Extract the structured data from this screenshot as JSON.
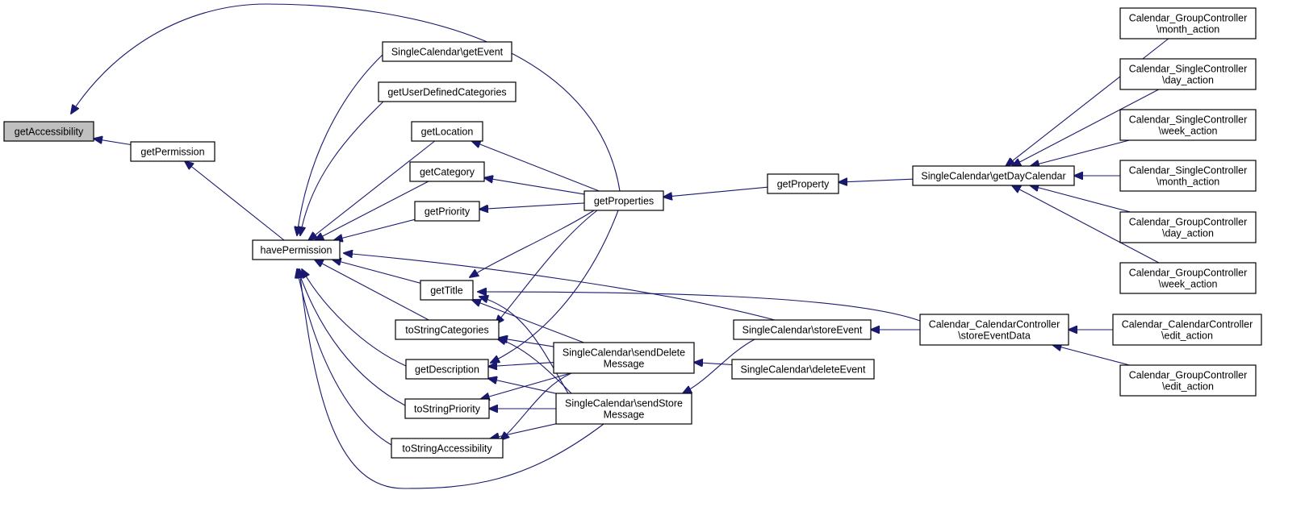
{
  "diagram": {
    "edge_color": "#191970",
    "highlight_fill": "#bfbfbf",
    "nodes": [
      {
        "id": "getAccessibility",
        "lines": [
          "getAccessibility"
        ],
        "highlight": true
      },
      {
        "id": "getPermission",
        "lines": [
          "getPermission"
        ]
      },
      {
        "id": "havePermission",
        "lines": [
          "havePermission"
        ]
      },
      {
        "id": "getEvent",
        "lines": [
          "SingleCalendar\\getEvent"
        ]
      },
      {
        "id": "getUserDefinedCategories",
        "lines": [
          "getUserDefinedCategories"
        ]
      },
      {
        "id": "getLocation",
        "lines": [
          "getLocation"
        ]
      },
      {
        "id": "getCategory",
        "lines": [
          "getCategory"
        ]
      },
      {
        "id": "getPriority",
        "lines": [
          "getPriority"
        ]
      },
      {
        "id": "getTitle",
        "lines": [
          "getTitle"
        ]
      },
      {
        "id": "toStringCategories",
        "lines": [
          "toStringCategories"
        ]
      },
      {
        "id": "getDescription",
        "lines": [
          "getDescription"
        ]
      },
      {
        "id": "toStringPriority",
        "lines": [
          "toStringPriority"
        ]
      },
      {
        "id": "toStringAccessibility",
        "lines": [
          "toStringAccessibility"
        ]
      },
      {
        "id": "getProperties",
        "lines": [
          "getProperties"
        ]
      },
      {
        "id": "sendDeleteMessage",
        "lines": [
          "SingleCalendar\\sendDelete",
          "Message"
        ]
      },
      {
        "id": "sendStoreMessage",
        "lines": [
          "SingleCalendar\\sendStore",
          "Message"
        ]
      },
      {
        "id": "getProperty",
        "lines": [
          "getProperty"
        ]
      },
      {
        "id": "storeEvent",
        "lines": [
          "SingleCalendar\\storeEvent"
        ]
      },
      {
        "id": "deleteEvent",
        "lines": [
          "SingleCalendar\\deleteEvent"
        ]
      },
      {
        "id": "getDayCalendar",
        "lines": [
          "SingleCalendar\\getDayCalendar"
        ]
      },
      {
        "id": "storeEventData",
        "lines": [
          "Calendar_CalendarController",
          "\\storeEventData"
        ]
      },
      {
        "id": "gc_month_action",
        "lines": [
          "Calendar_GroupController",
          "\\month_action"
        ]
      },
      {
        "id": "sc_day_action",
        "lines": [
          "Calendar_SingleController",
          "\\day_action"
        ]
      },
      {
        "id": "sc_week_action",
        "lines": [
          "Calendar_SingleController",
          "\\week_action"
        ]
      },
      {
        "id": "sc_month_action",
        "lines": [
          "Calendar_SingleController",
          "\\month_action"
        ]
      },
      {
        "id": "gc_day_action",
        "lines": [
          "Calendar_GroupController",
          "\\day_action"
        ]
      },
      {
        "id": "gc_week_action",
        "lines": [
          "Calendar_GroupController",
          "\\week_action"
        ]
      },
      {
        "id": "cc_edit_action",
        "lines": [
          "Calendar_CalendarController",
          "\\edit_action"
        ]
      },
      {
        "id": "gc_edit_action",
        "lines": [
          "Calendar_GroupController",
          "\\edit_action"
        ]
      }
    ],
    "edges": [
      {
        "from": "getPermission",
        "to": "getAccessibility"
      },
      {
        "from": "getProperties",
        "to": "getAccessibility"
      },
      {
        "from": "havePermission",
        "to": "getPermission"
      },
      {
        "from": "getEvent",
        "to": "havePermission"
      },
      {
        "from": "getUserDefinedCategories",
        "to": "havePermission"
      },
      {
        "from": "getLocation",
        "to": "havePermission"
      },
      {
        "from": "getCategory",
        "to": "havePermission"
      },
      {
        "from": "getPriority",
        "to": "havePermission"
      },
      {
        "from": "getTitle",
        "to": "havePermission"
      },
      {
        "from": "toStringCategories",
        "to": "havePermission"
      },
      {
        "from": "getDescription",
        "to": "havePermission"
      },
      {
        "from": "toStringPriority",
        "to": "havePermission"
      },
      {
        "from": "toStringAccessibility",
        "to": "havePermission"
      },
      {
        "from": "sendStoreMessage",
        "to": "havePermission"
      },
      {
        "from": "storeEvent",
        "to": "havePermission"
      },
      {
        "from": "getProperties",
        "to": "getLocation"
      },
      {
        "from": "getProperties",
        "to": "getCategory"
      },
      {
        "from": "getProperties",
        "to": "getPriority"
      },
      {
        "from": "getProperties",
        "to": "getTitle"
      },
      {
        "from": "getProperties",
        "to": "toStringCategories"
      },
      {
        "from": "getProperties",
        "to": "getDescription"
      },
      {
        "from": "sendDeleteMessage",
        "to": "getTitle"
      },
      {
        "from": "sendStoreMessage",
        "to": "getTitle"
      },
      {
        "from": "storeEventData",
        "to": "getTitle"
      },
      {
        "from": "sendDeleteMessage",
        "to": "toStringCategories"
      },
      {
        "from": "sendStoreMessage",
        "to": "toStringCategories"
      },
      {
        "from": "sendDeleteMessage",
        "to": "getDescription"
      },
      {
        "from": "sendStoreMessage",
        "to": "getDescription"
      },
      {
        "from": "sendDeleteMessage",
        "to": "toStringPriority"
      },
      {
        "from": "sendStoreMessage",
        "to": "toStringPriority"
      },
      {
        "from": "sendDeleteMessage",
        "to": "toStringAccessibility"
      },
      {
        "from": "sendStoreMessage",
        "to": "toStringAccessibility"
      },
      {
        "from": "getProperty",
        "to": "getProperties"
      },
      {
        "from": "getDayCalendar",
        "to": "getProperty"
      },
      {
        "from": "deleteEvent",
        "to": "sendDeleteMessage"
      },
      {
        "from": "storeEvent",
        "to": "sendStoreMessage"
      },
      {
        "from": "storeEventData",
        "to": "storeEvent"
      },
      {
        "from": "gc_month_action",
        "to": "getDayCalendar"
      },
      {
        "from": "sc_day_action",
        "to": "getDayCalendar"
      },
      {
        "from": "sc_week_action",
        "to": "getDayCalendar"
      },
      {
        "from": "sc_month_action",
        "to": "getDayCalendar"
      },
      {
        "from": "gc_day_action",
        "to": "getDayCalendar"
      },
      {
        "from": "gc_week_action",
        "to": "getDayCalendar"
      },
      {
        "from": "cc_edit_action",
        "to": "storeEventData"
      },
      {
        "from": "gc_edit_action",
        "to": "storeEventData"
      }
    ]
  }
}
